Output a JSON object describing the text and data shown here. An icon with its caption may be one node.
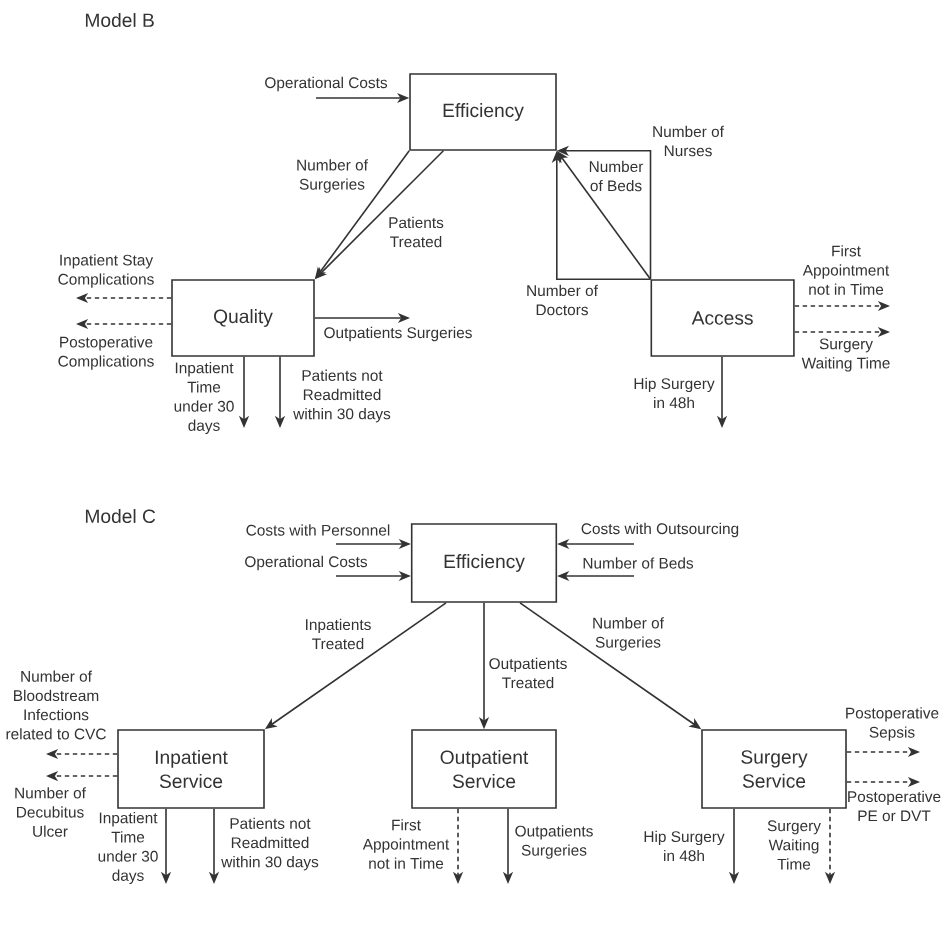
{
  "diagram": {
    "nodes": [
      {
        "text": [
          "Efficiency"
        ]
      },
      {
        "text": [
          "Quality"
        ]
      },
      {
        "text": [
          "Access"
        ]
      },
      {
        "text": [
          "Efficiency"
        ]
      },
      {
        "text": [
          "Inpatient Service"
        ]
      },
      {
        "text": [
          "Outpatient Service"
        ]
      },
      {
        "text": [
          "Surgery Service"
        ]
      }
    ],
    "edges": [
      {
        "from": null,
        "to": 0,
        "arrow": "to",
        "label": "Operational Costs"
      },
      {
        "from": 0,
        "to": 1,
        "arrow": "to",
        "label": "Number of Surgeries"
      },
      {
        "from": 0,
        "to": 1,
        "arrow": "to",
        "label": "Patients Treated"
      },
      {
        "from": 2,
        "to": 0,
        "arrow": "to",
        "label": "Number of Nurses"
      },
      {
        "from": 2,
        "to": 0,
        "arrow": "to",
        "label": "Number of Beds"
      },
      {
        "from": 2,
        "to": 0,
        "arrow": "to",
        "label": "Number of Doctors"
      },
      {
        "from": 1,
        "to": null,
        "arrow": "to",
        "label": "Inpatient Stay Complications",
        "style": "dashed"
      },
      {
        "from": 1,
        "to": null,
        "arrow": "to",
        "label": "Postoperative Complications",
        "style": "dashed"
      },
      {
        "from": 1,
        "to": null,
        "arrow": "to",
        "label": "Outpatients Surgeries"
      },
      {
        "from": 1,
        "to": null,
        "arrow": "to",
        "label": "Inpatient Time under 30 days"
      },
      {
        "from": 1,
        "to": null,
        "arrow": "to",
        "label": "Patients not Readmitted within 30 days"
      },
      {
        "from": 2,
        "to": null,
        "arrow": "to",
        "label": "First Appointment not in Time",
        "style": "dashed"
      },
      {
        "from": 2,
        "to": null,
        "arrow": "to",
        "label": "Surgery Waiting Time",
        "style": "dashed"
      },
      {
        "from": 2,
        "to": null,
        "arrow": "to",
        "label": "Hip Surgery in 48h"
      },
      {
        "from": null,
        "to": 3,
        "arrow": "to",
        "label": "Costs with Personnel"
      },
      {
        "from": null,
        "to": 3,
        "arrow": "to",
        "label": "Operational Costs"
      },
      {
        "from": null,
        "to": 3,
        "arrow": "to",
        "label": "Costs with Outsourcing"
      },
      {
        "from": null,
        "to": 3,
        "arrow": "to",
        "label": "Number of Beds"
      },
      {
        "from": 3,
        "to": 4,
        "arrow": "to",
        "label": "Inpatients Treated"
      },
      {
        "from": 3,
        "to": 5,
        "arrow": "to",
        "label": "Outpatients Treated"
      },
      {
        "from": 3,
        "to": 6,
        "arrow": "to",
        "label": "Number of Surgeries"
      },
      {
        "from": 4,
        "to": null,
        "arrow": "to",
        "label": "Number of Bloodstream Infections related to CVC",
        "style": "dashed"
      },
      {
        "from": 4,
        "to": null,
        "arrow": "to",
        "label": "Number of Decubitus Ulcer",
        "style": "dashed"
      },
      {
        "from": 4,
        "to": null,
        "arrow": "to",
        "label": "Inpatient Time under 30 days"
      },
      {
        "from": 4,
        "to": null,
        "arrow": "to",
        "label": "Patients not Readmitted within 30 days"
      },
      {
        "from": 5,
        "to": null,
        "arrow": "to",
        "label": "First Appointment not in Time",
        "style": "dashed"
      },
      {
        "from": 5,
        "to": null,
        "arrow": "to",
        "label": "Outpatients Surgeries"
      },
      {
        "from": 6,
        "to": null,
        "arrow": "to",
        "label": "Postoperative Sepsis",
        "style": "dashed"
      },
      {
        "from": 6,
        "to": null,
        "arrow": "to",
        "label": "Postoperative PE or DVT",
        "style": "dashed"
      },
      {
        "from": 6,
        "to": null,
        "arrow": "to",
        "label": "Hip Surgery in 48h"
      },
      {
        "from": 6,
        "to": null,
        "arrow": "to",
        "label": "Surgery Waiting Time",
        "style": "dashed"
      }
    ],
    "labels": [
      "Model B",
      "Model C"
    ]
  }
}
